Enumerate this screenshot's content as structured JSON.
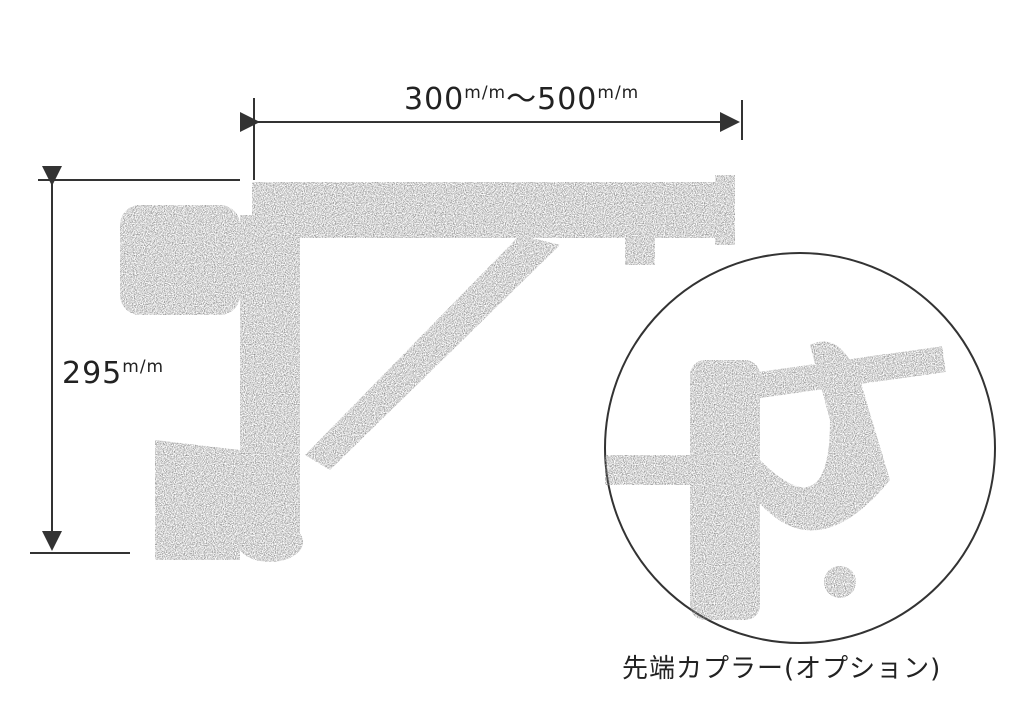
{
  "dimensions": {
    "width_min": "300",
    "width_max": "500",
    "height": "295",
    "unit": "m/m",
    "range_sep": "～"
  },
  "inset_caption": "先端カプラー(オプション)"
}
